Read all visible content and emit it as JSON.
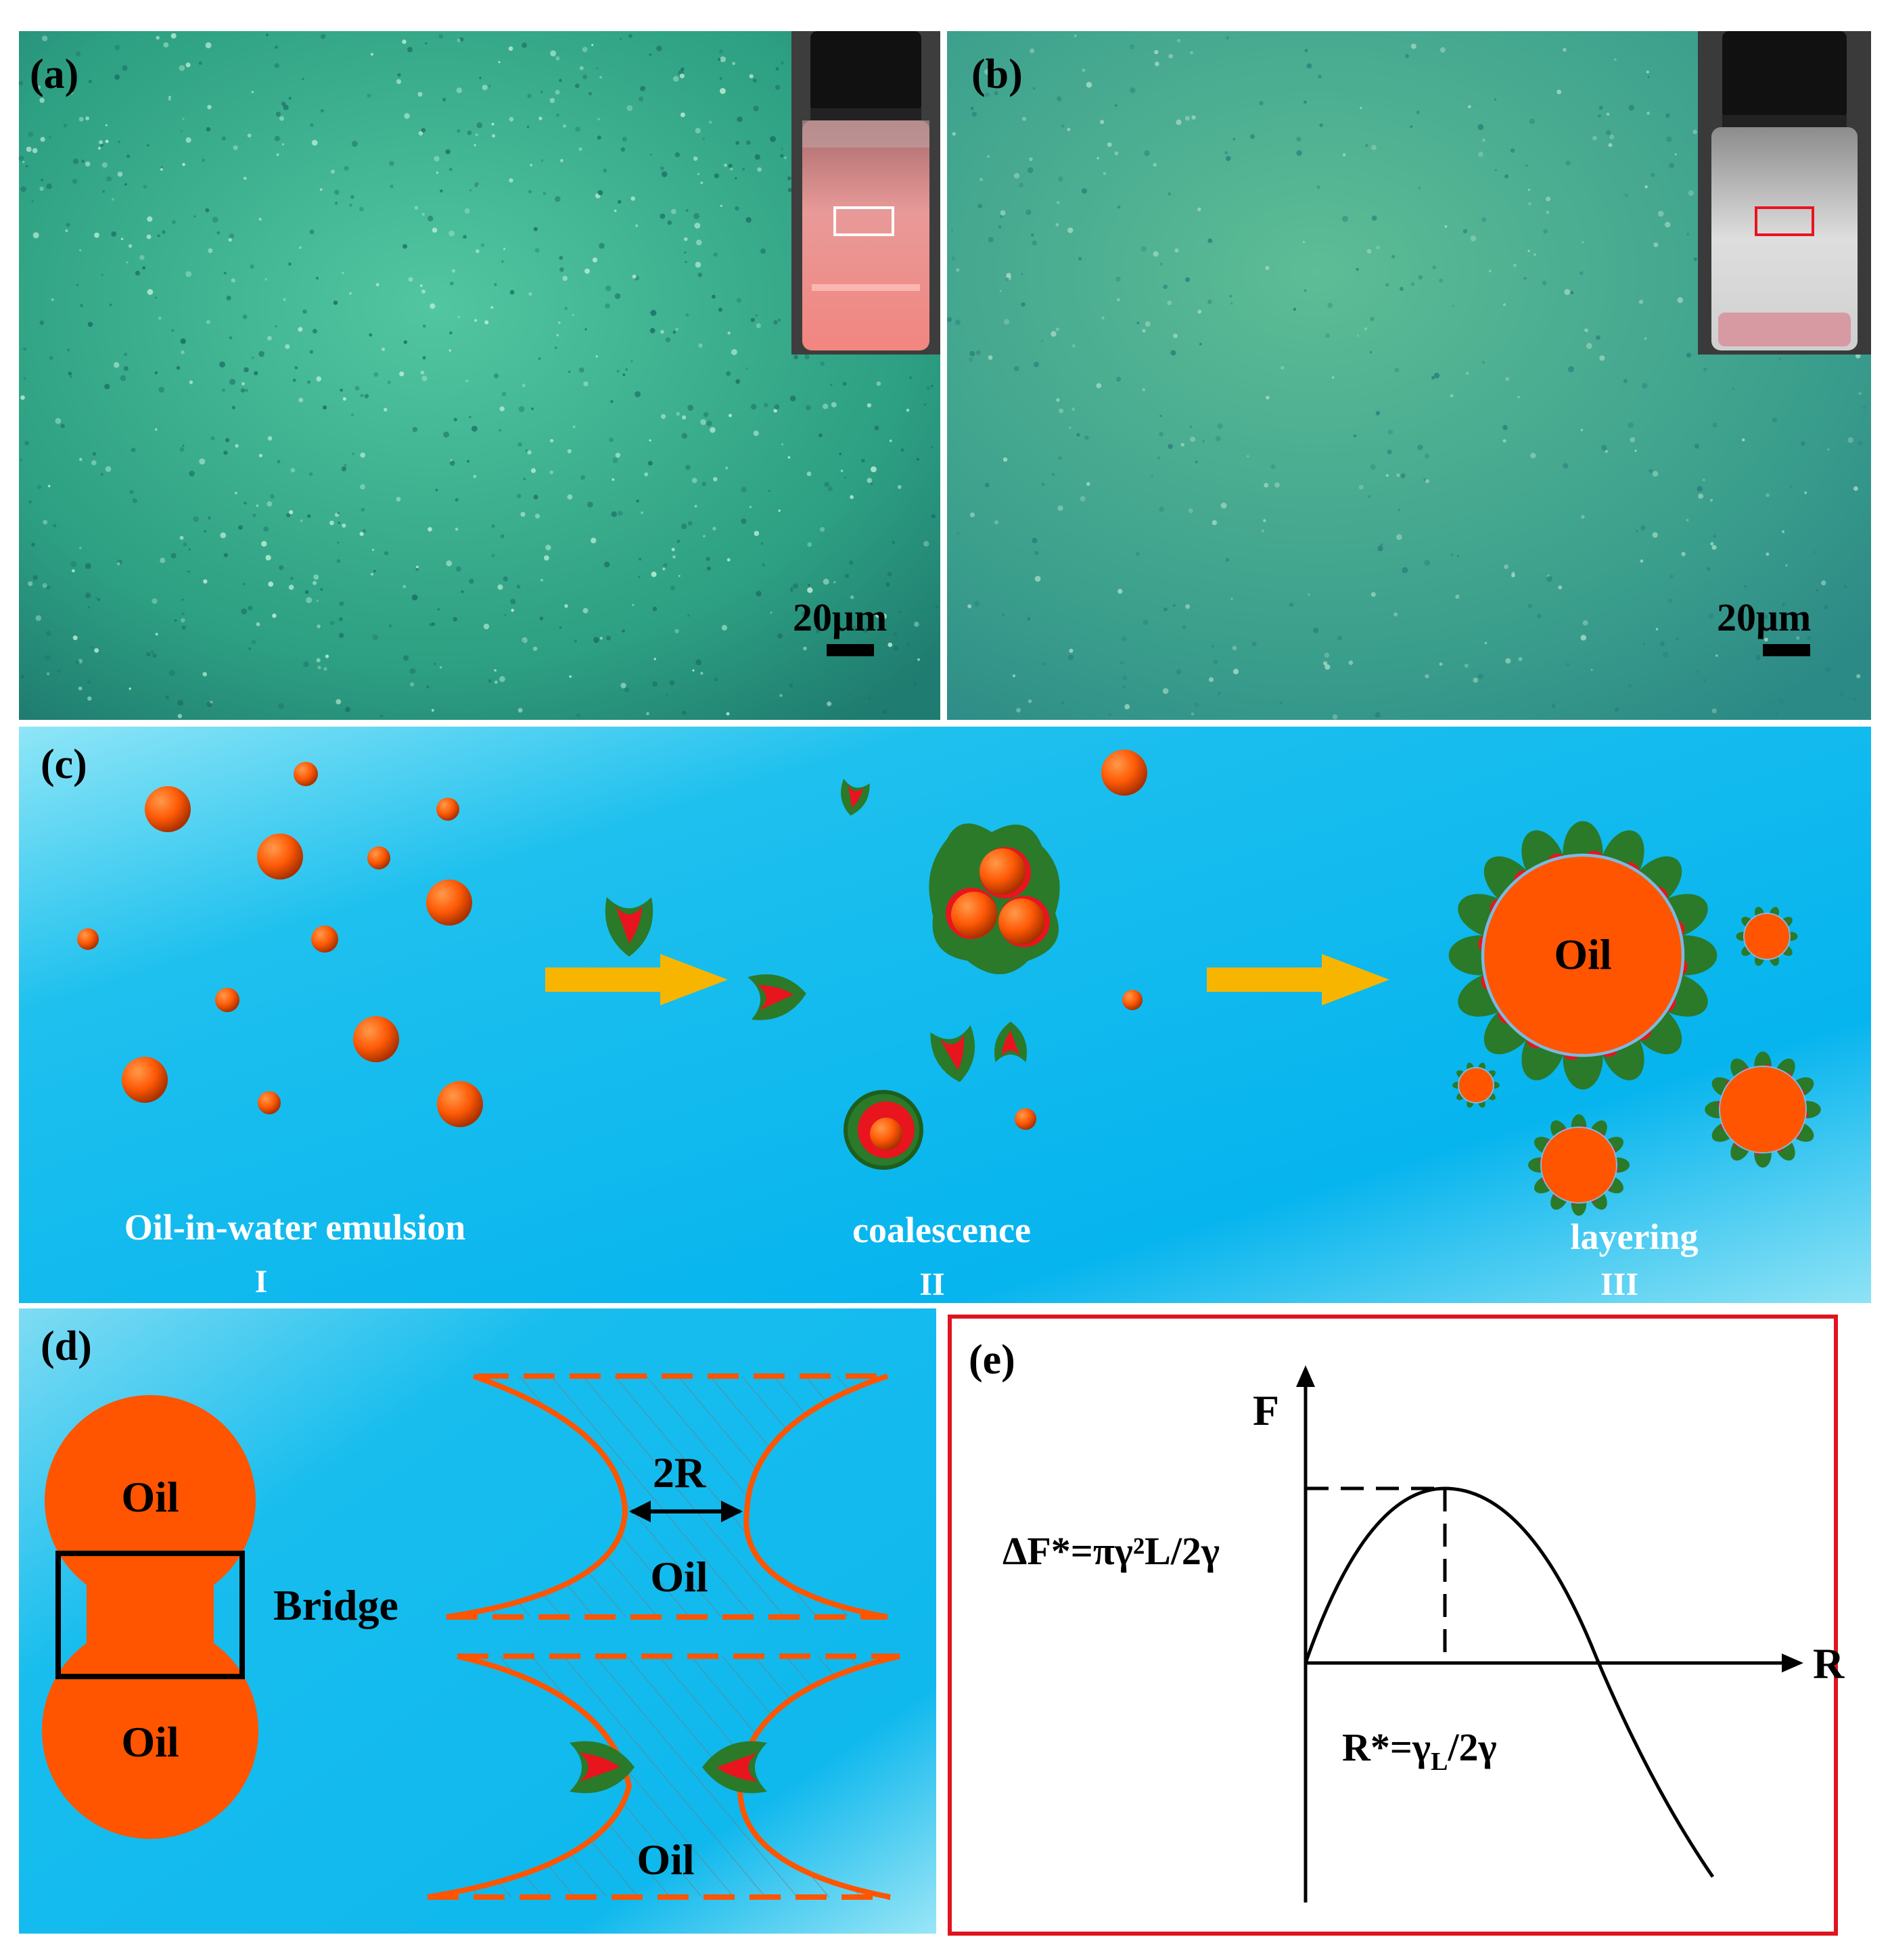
{
  "panel_a": {
    "label": "(a)",
    "scale_bar": "20μm"
  },
  "panel_b": {
    "label": "(b)",
    "scale_bar": "20μm"
  },
  "panel_c": {
    "label": "(c)",
    "stage_1": {
      "caption": "Oil-in-water emulsion",
      "numeral": "I"
    },
    "stage_2": {
      "caption": "coalescence",
      "numeral": "II"
    },
    "stage_3": {
      "caption": "layering",
      "numeral": "III",
      "drop_label": "Oil"
    }
  },
  "panel_d": {
    "label": "(d)",
    "top_drop": "Oil",
    "bottom_drop": "Oil",
    "bridge": "Bridge",
    "neck_width": "2R",
    "neck_oil_top": "Oil",
    "neck_oil_bottom": "Oil"
  },
  "panel_e": {
    "label": "(e)",
    "y_axis": "F",
    "x_axis": "R",
    "barrier": "ΔF*=πγ²L/2γ",
    "critical_radius": "R*=γ",
    "critical_radius_sub": "L",
    "critical_radius_tail": "/2γ"
  },
  "colors": {
    "micrograph": "#2fa586",
    "water": "#1ec3f0",
    "oil": "#ff5500",
    "arrow": "#f7b500",
    "leaf": "#2a7a2a",
    "accent": "#e8141e",
    "frame": "#e0141e"
  }
}
